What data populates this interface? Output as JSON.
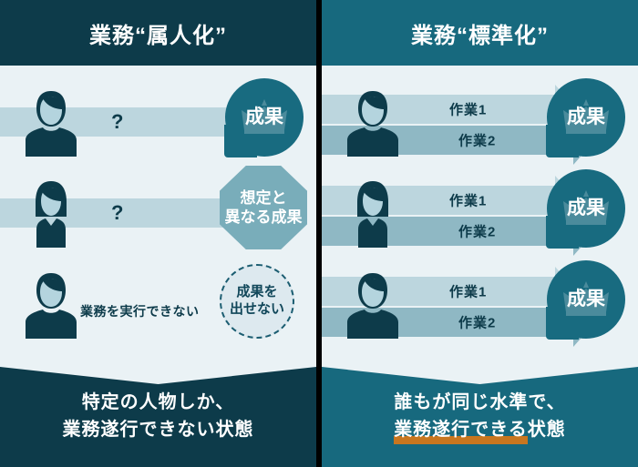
{
  "left": {
    "header": "業務“属人化”",
    "header_bg": "#0d3b4a",
    "rows": [
      {
        "person": "male-silhouette",
        "arrow_label": "?",
        "badge_type": "circle",
        "badge_text": "成果"
      },
      {
        "person": "female-silhouette",
        "arrow_label": "?",
        "badge_type": "octagon",
        "badge_line1": "想定と",
        "badge_line2": "異なる成果"
      },
      {
        "person": "male-silhouette",
        "text": "業務を実行できない",
        "badge_type": "dashed-circle",
        "badge_line1": "成果を",
        "badge_line2": "出せない"
      }
    ],
    "footer_line1": "特定の人物しか、",
    "footer_line2": "業務遂行できない状態",
    "footer_bg": "#0d3b4a"
  },
  "right": {
    "header": "業務“標準化”",
    "header_bg": "#17697e",
    "rows": [
      {
        "person": "male-silhouette",
        "arrow1_label": "作業1",
        "arrow2_label": "作業2",
        "badge_type": "circle",
        "badge_text": "成果"
      },
      {
        "person": "female-silhouette",
        "arrow1_label": "作業1",
        "arrow2_label": "作業2",
        "badge_type": "circle",
        "badge_text": "成果"
      },
      {
        "person": "male-silhouette",
        "arrow1_label": "作業1",
        "arrow2_label": "作業2",
        "badge_type": "circle",
        "badge_text": "成果"
      }
    ],
    "footer_line1": "誰もが同じ水準で、",
    "footer_line2_highlight": "業務遂行できる",
    "footer_line2_rest": "状態",
    "footer_bg": "#17697e",
    "highlight_color": "#c8761f"
  },
  "colors": {
    "page_bg": "#eaf2f5",
    "divider": "#000000",
    "arrow_light": "#bcd6de",
    "arrow_dark": "#8fb8c4",
    "badge_circle": "#186b80",
    "badge_octagon": "#79adba",
    "figure_dark": "#0d3b4a",
    "figure_face": "#b4d4de"
  }
}
